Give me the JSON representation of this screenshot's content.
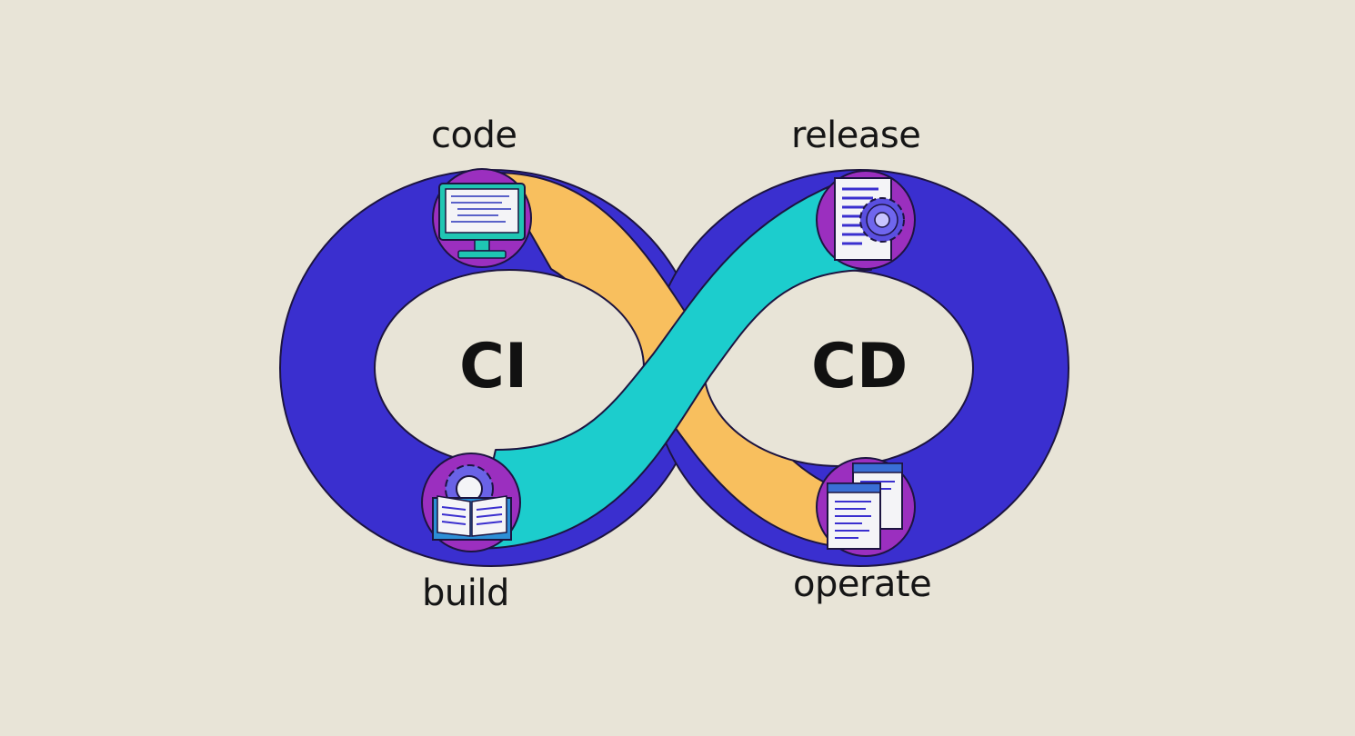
{
  "diagram": {
    "center_left": "CI",
    "center_right": "CD",
    "colors": {
      "background": "#e8e4d7",
      "loop_outer": "#3a2fcf",
      "path_orange": "#f8bf5e",
      "path_teal": "#1ccdcd",
      "node_circle": "#9b2fbf",
      "outline": "#1c1440"
    },
    "stages": [
      {
        "id": "code",
        "label": "code",
        "icon": "monitor-code-icon"
      },
      {
        "id": "release",
        "label": "release",
        "icon": "document-gear-icon"
      },
      {
        "id": "build",
        "label": "build",
        "icon": "book-gear-icon"
      },
      {
        "id": "operate",
        "label": "operate",
        "icon": "stacked-documents-icon"
      }
    ]
  }
}
